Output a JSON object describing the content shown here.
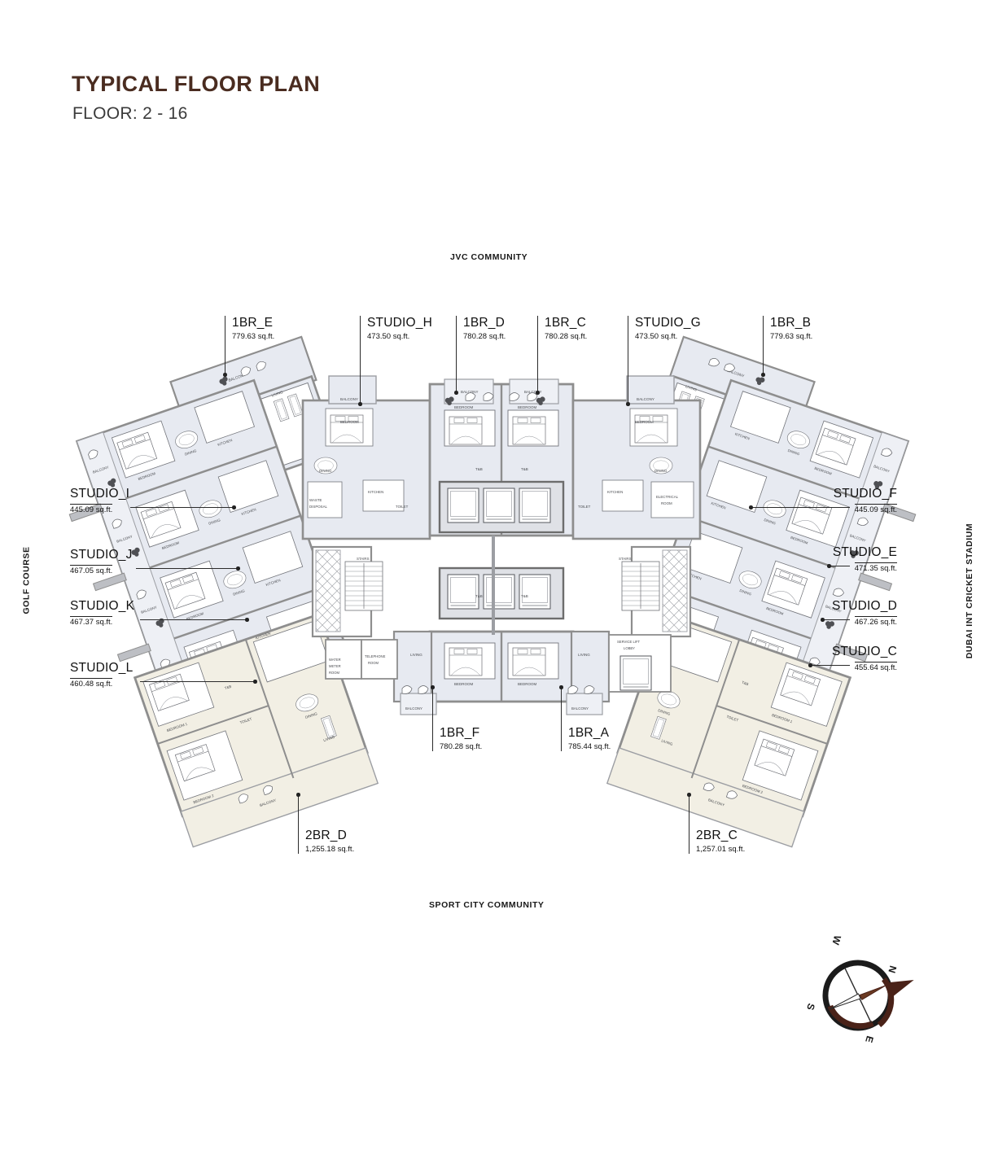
{
  "header": {
    "title": "TYPICAL FLOOR PLAN",
    "subtitle": "FLOOR: 2 - 16"
  },
  "context": {
    "top": "JVC COMMUNITY",
    "bottom": "SPORT CITY COMMUNITY",
    "left": "GOLF COURSE",
    "right": "DUBAI INT CRICKET STADIUM"
  },
  "units": {
    "top": [
      {
        "name": "1BR_E",
        "area": "779.63 sq.ft."
      },
      {
        "name": "STUDIO_H",
        "area": "473.50 sq.ft."
      },
      {
        "name": "1BR_D",
        "area": "780.28 sq.ft."
      },
      {
        "name": "1BR_C",
        "area": "780.28 sq.ft."
      },
      {
        "name": "STUDIO_G",
        "area": "473.50 sq.ft."
      },
      {
        "name": "1BR_B",
        "area": "779.63 sq.ft."
      }
    ],
    "left": [
      {
        "name": "STUDIO_I",
        "area": "445.09 sq.ft."
      },
      {
        "name": "STUDIO_J",
        "area": "467.05 sq.ft."
      },
      {
        "name": "STUDIO_K",
        "area": "467.37 sq.ft."
      },
      {
        "name": "STUDIO_L",
        "area": "460.48 sq.ft."
      }
    ],
    "right": [
      {
        "name": "STUDIO_F",
        "area": "445.09 sq.ft."
      },
      {
        "name": "STUDIO_E",
        "area": "471.35 sq.ft."
      },
      {
        "name": "STUDIO_D",
        "area": "467.26 sq.ft."
      },
      {
        "name": "STUDIO_C",
        "area": "455.64 sq.ft."
      }
    ],
    "bottom": [
      {
        "name": "1BR_F",
        "area": "780.28 sq.ft."
      },
      {
        "name": "1BR_A",
        "area": "785.44 sq.ft."
      },
      {
        "name": "2BR_D",
        "area": "1,255.18 sq.ft."
      },
      {
        "name": "2BR_C",
        "area": "1,257.01 sq.ft."
      }
    ]
  },
  "compass": {
    "north": "N",
    "east": "E",
    "south": "S",
    "west": "W"
  },
  "room_labels": {
    "bedroom": "BEDROOM",
    "bedroom1": "BEDROOM 1",
    "bedroom2": "BEDROOM 2",
    "living": "LIVING",
    "dining": "DINING",
    "kitchen": "KITCHEN",
    "balcony": "BALCONY",
    "toilet": "TOILET",
    "tnb": "T&B",
    "stairs": "STAIRS",
    "electrical_room": "ELECTRICAL ROOM",
    "waste_disposal": "WASTE DISPOSAL",
    "telephone_room": "TELEPHONE ROOM",
    "water_meter_room": "WATER METER ROOM",
    "service_lift_lobby": "SERVICE LIFT LOBBY"
  },
  "colors": {
    "title": "#4a2c20",
    "subtitle": "#3a3a3a",
    "unit_fill": "#e7eaf1",
    "unit_fill_2br": "#f2efe4",
    "wall": "#8e8e8e",
    "wall_dark": "#6d6d6d",
    "line": "#55575c",
    "compass": "#4a2218",
    "background": "#ffffff"
  }
}
